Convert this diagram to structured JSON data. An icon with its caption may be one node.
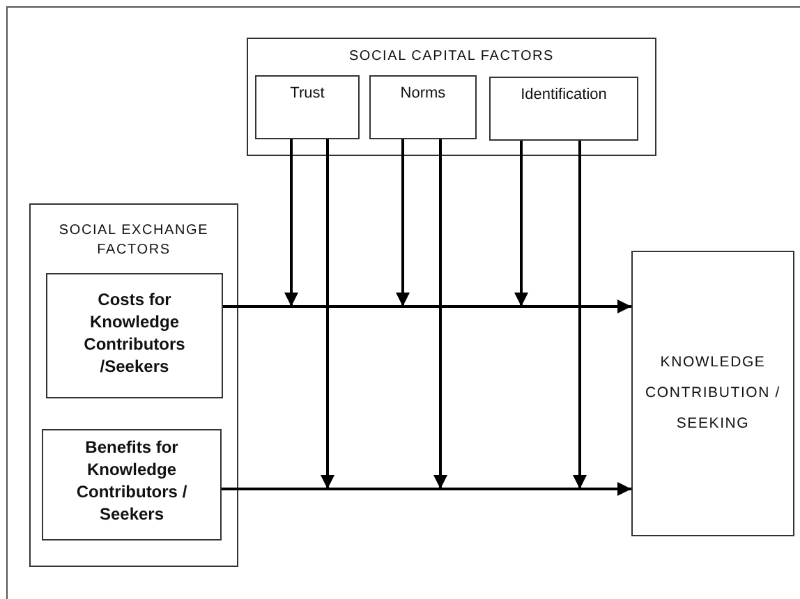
{
  "diagram": {
    "nodes": [
      {
        "text": [
          "SOCIAL CAPITAL FACTORS"
        ]
      },
      {
        "text": [
          "Trust"
        ],
        "in": 0
      },
      {
        "text": [
          "Norms"
        ],
        "in": 0
      },
      {
        "text": [
          "Identification"
        ],
        "in": 0
      },
      {
        "text": [
          "SOCIAL EXCHANGE FACTORS"
        ]
      },
      {
        "text": [
          "Costs for Knowledge Contributors /Seekers"
        ],
        "in": 4
      },
      {
        "text": [
          "Benefits for Knowledge Contributors / Seekers"
        ],
        "in": 4
      },
      {
        "text": [
          "KNOWLEDGE CONTRIBUTION / SEEKING"
        ]
      }
    ],
    "edges": [
      {
        "from": 5,
        "to": 7,
        "arrow": "to"
      },
      {
        "from": 6,
        "to": 7,
        "arrow": "to"
      },
      {
        "from": 1,
        "to": null,
        "arrow": "to"
      },
      {
        "from": 1,
        "to": null,
        "arrow": "to"
      },
      {
        "from": 2,
        "to": null,
        "arrow": "to"
      },
      {
        "from": 2,
        "to": null,
        "arrow": "to"
      },
      {
        "from": 3,
        "to": null,
        "arrow": "to"
      },
      {
        "from": 3,
        "to": null,
        "arrow": "to"
      }
    ]
  }
}
